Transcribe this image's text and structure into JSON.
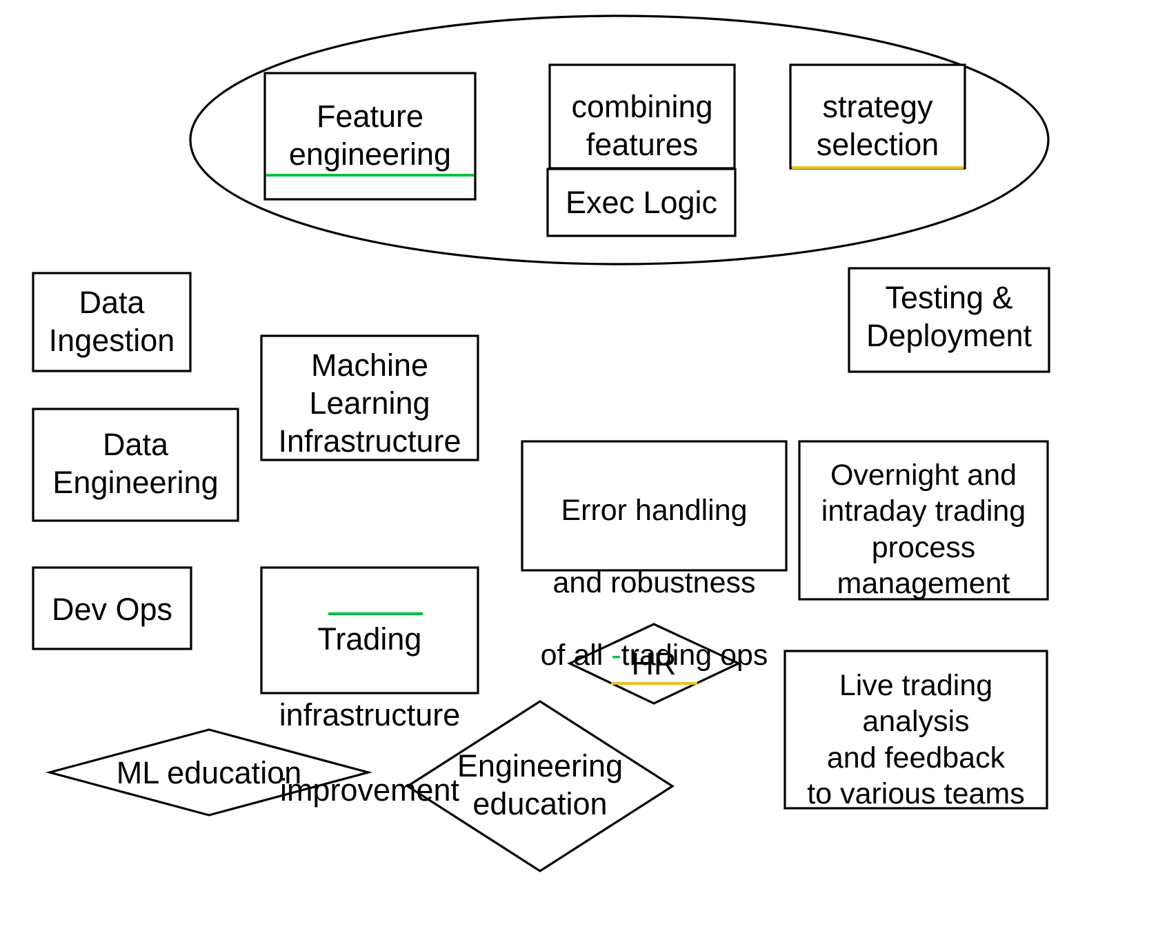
{
  "diagram": {
    "title_group": {
      "name": "research-cluster-ellipse",
      "shape": "ellipse"
    },
    "nodes": [
      {
        "id": "feature-engineering",
        "label": "Feature\nengineering",
        "shape": "rectangle",
        "accent": "green"
      },
      {
        "id": "combining-features",
        "label": "combining\nfeatures",
        "shape": "rectangle",
        "accent": "none"
      },
      {
        "id": "exec-logic",
        "label": "Exec Logic",
        "shape": "rectangle",
        "accent": "none"
      },
      {
        "id": "strategy-selection",
        "label": "strategy\nselection",
        "shape": "rectangle",
        "accent": "yellow"
      },
      {
        "id": "data-ingestion",
        "label": "Data\nIngestion",
        "shape": "rectangle",
        "accent": "none"
      },
      {
        "id": "data-engineering",
        "label": "Data\nEngineering",
        "shape": "rectangle",
        "accent": "none"
      },
      {
        "id": "dev-ops",
        "label": "Dev Ops",
        "shape": "rectangle",
        "accent": "none"
      },
      {
        "id": "machine-learning-infrastructure",
        "label": "Machine\nLearning\nInfrastructure",
        "shape": "rectangle",
        "accent": "none"
      },
      {
        "id": "trading-infrastructure-improvement",
        "label": "Trading\ninfrastructure\nimprovement",
        "shape": "rectangle",
        "accent": "green"
      },
      {
        "id": "testing-deployment",
        "label": "Testing  &\nDeployment",
        "shape": "rectangle",
        "accent": "none"
      },
      {
        "id": "error-handling",
        "label": "Error handling\nand robustness\nof all -trading ops",
        "shape": "rectangle",
        "accent": "none"
      },
      {
        "id": "overnight-intraday-trading",
        "label": "Overnight and\nintraday trading\nprocess\nmanagement",
        "shape": "rectangle",
        "accent": "none"
      },
      {
        "id": "live-trading-analysis",
        "label": "Live trading\nanalysis\nand feedback\nto various teams",
        "shape": "rectangle",
        "accent": "none"
      },
      {
        "id": "hr",
        "label": "HR",
        "shape": "diamond",
        "accent": "yellow"
      },
      {
        "id": "ml-education",
        "label": "ML education",
        "shape": "diamond",
        "accent": "none"
      },
      {
        "id": "engineering-education",
        "label": "Engineering\neducation",
        "shape": "diamond",
        "accent": "none"
      }
    ],
    "error_handling_parts": {
      "line1": "Error handling",
      "line2": "and robustness",
      "line3_prefix": "of all ",
      "line3_dash": "-",
      "line3_suffix": "trading ops"
    },
    "trading_infra_parts": {
      "line1": "Trading",
      "line2": "infrastructure",
      "line3": "improvement"
    },
    "colors": {
      "stroke": "#000000",
      "background": "#ffffff",
      "accent_green": "#00c040",
      "accent_yellow": "#e8c12a",
      "text": "#000000"
    }
  }
}
